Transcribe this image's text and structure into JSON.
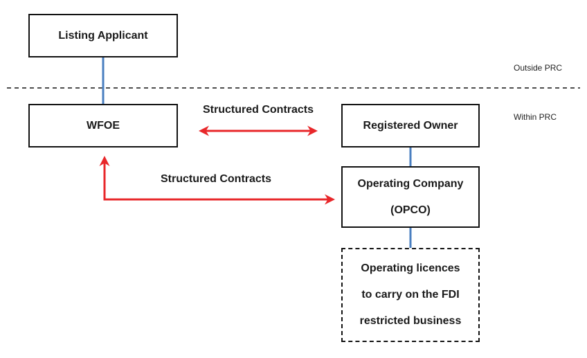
{
  "boxes": {
    "listing_applicant": "Listing Applicant",
    "wfoe": "WFOE",
    "registered_owner": "Registered Owner",
    "opco": [
      "Operating Company",
      "(OPCO)"
    ],
    "licences": [
      "Operating licences",
      "to carry on the FDI",
      "restricted business"
    ]
  },
  "arrows": {
    "top_label": "Structured Contracts",
    "bottom_label": "Structured Contracts"
  },
  "regions": {
    "outside": "Outside PRC",
    "within": "Within PRC"
  },
  "colors": {
    "connector": "#4a7fc0",
    "arrow": "#e8272a",
    "divider": "#111111"
  }
}
